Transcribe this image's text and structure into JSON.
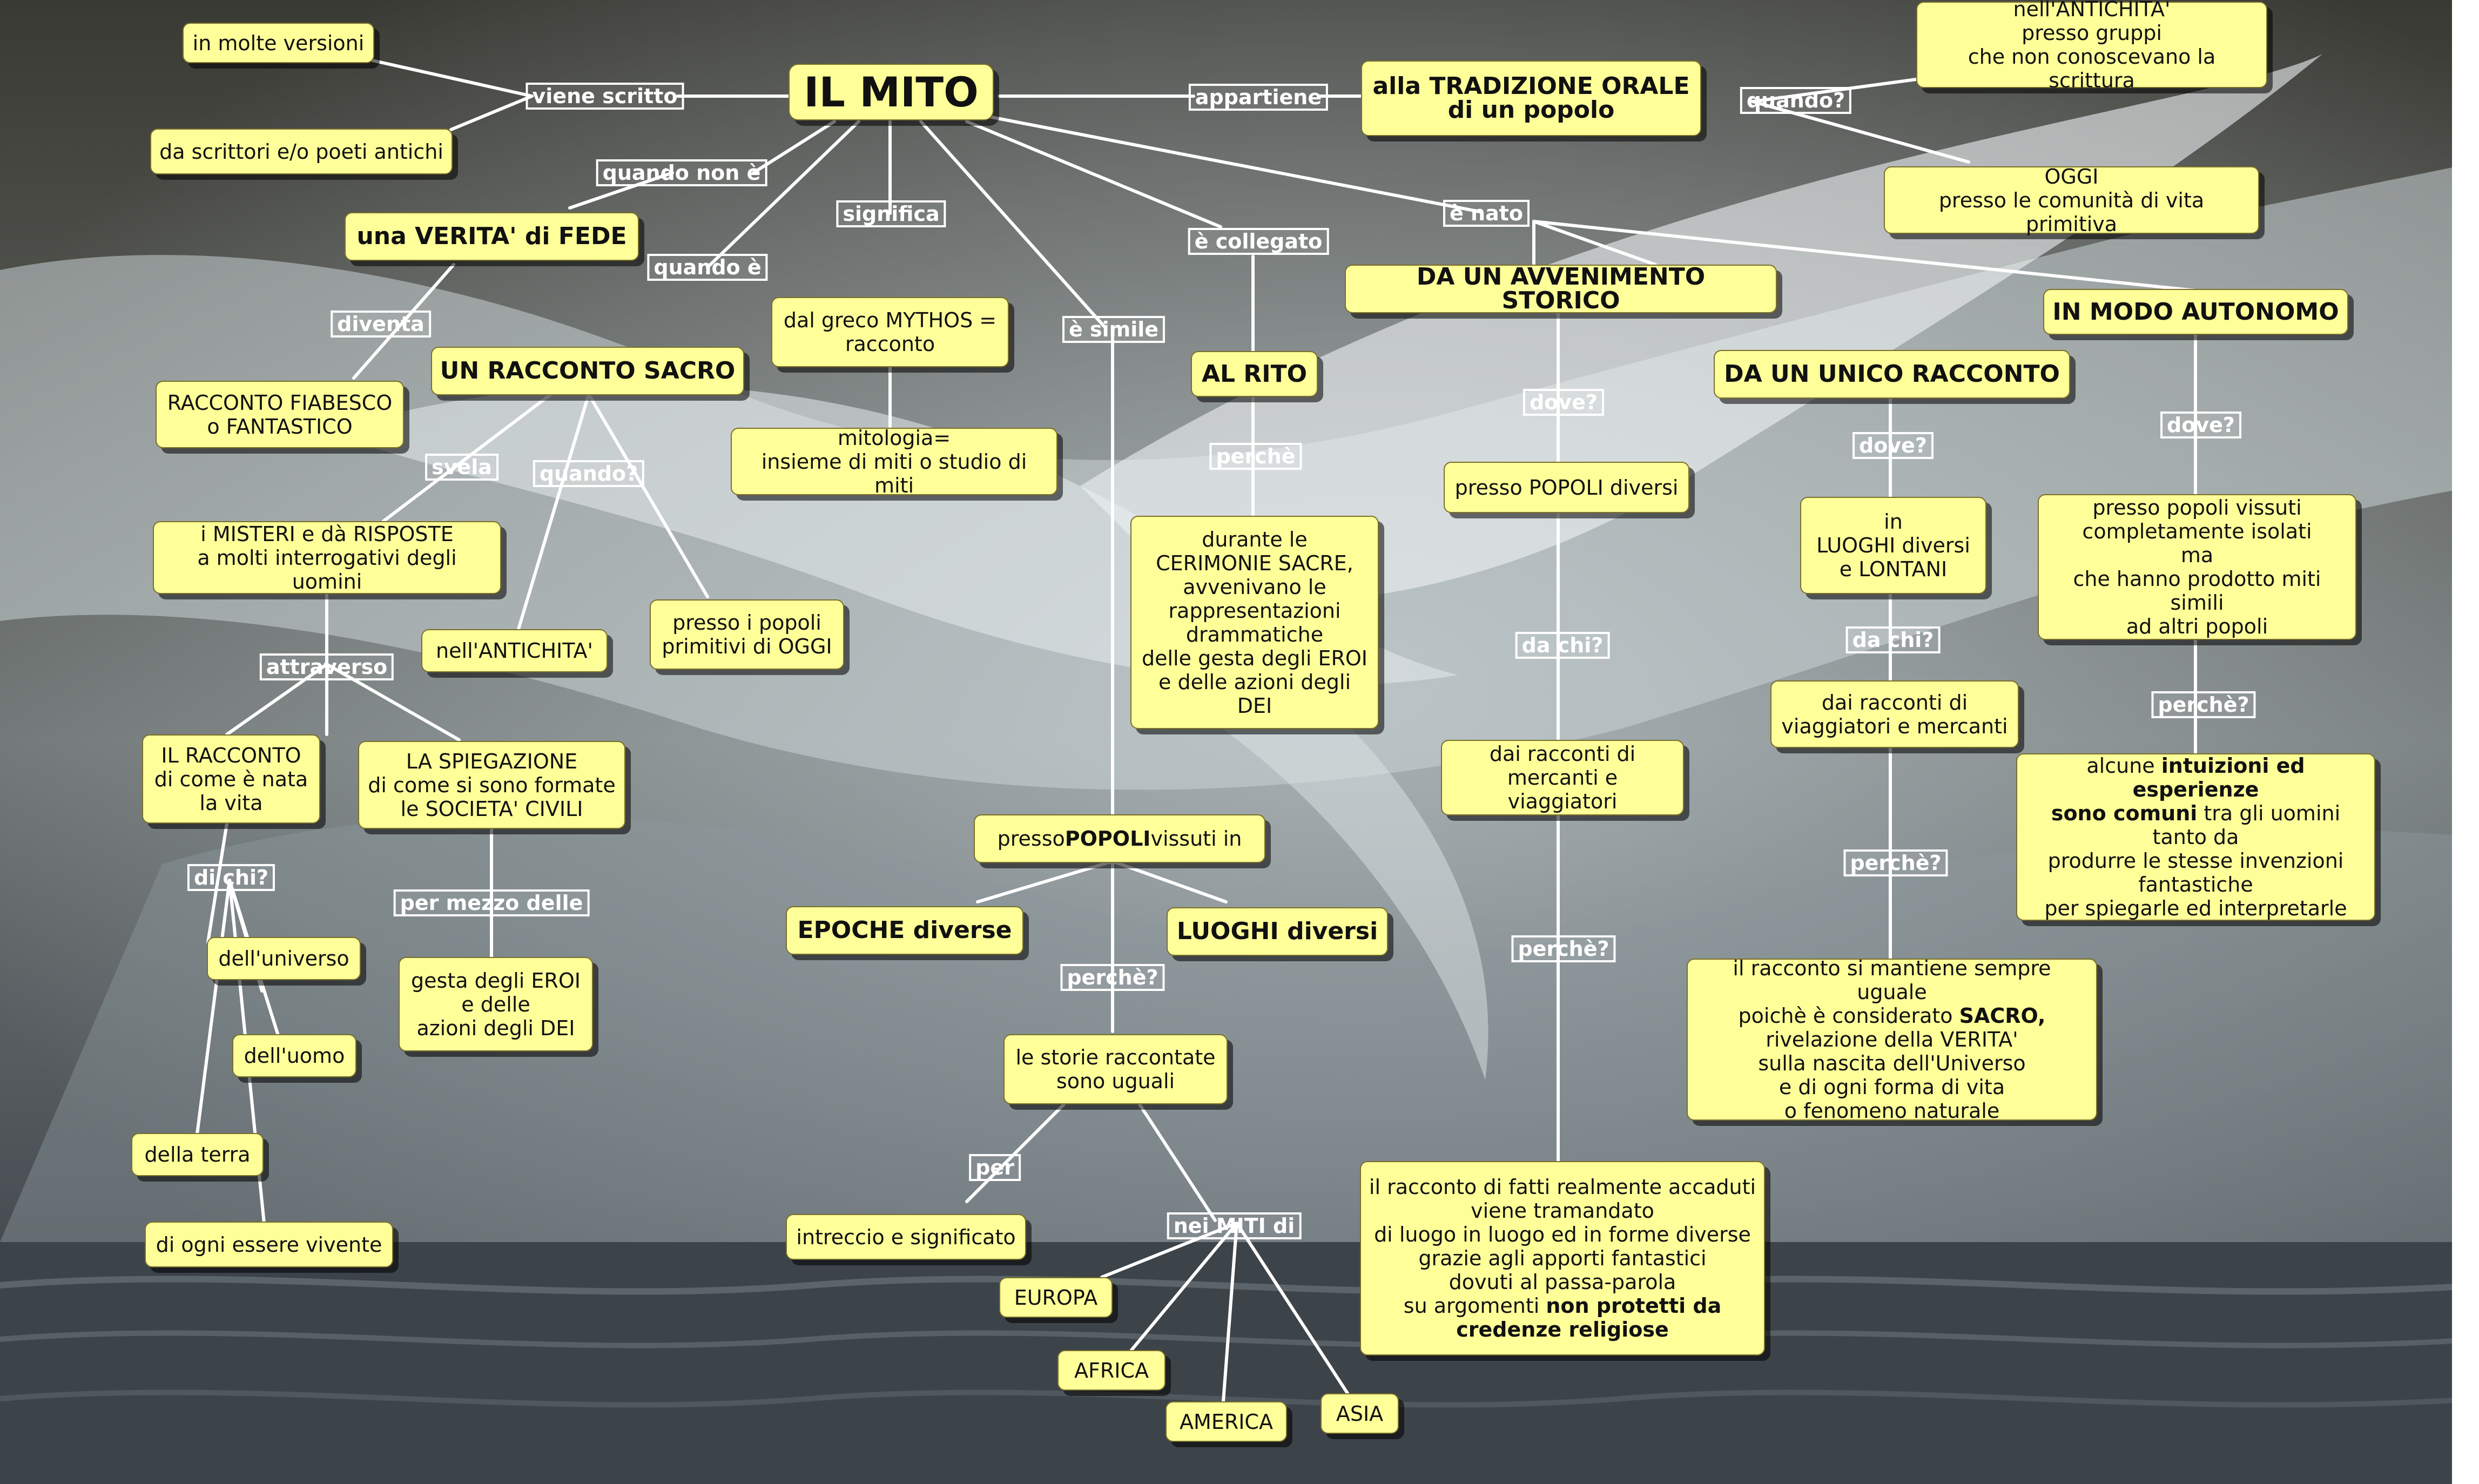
{
  "map": {
    "title": "IL MITO",
    "nodes": {
      "in_molte_versioni": "in molte versioni",
      "da_scrittori": "da scrittori e/o poeti antichi",
      "tradizione_orale": "alla TRADIZIONE ORALE\ndi un popolo",
      "antichita_gruppi": "nell'ANTICHITA'\npresso gruppi\nche non conoscevano la scrittura",
      "oggi_comunita": "OGGI\npresso le comunità di vita primitiva",
      "verita_fede": "una VERITA' di FEDE",
      "racconto_fiabesco": "RACCONTO FIABESCO\no FANTASTICO",
      "racconto_sacro": "UN RACCONTO SACRO",
      "greco_mythos": "dal greco MYTHOS =\nracconto",
      "mitologia": "mitologia=\ninsieme di miti o studio di miti",
      "misteri": "i MISTERI e dà RISPOSTE\na molti interrogativi degli uomini",
      "nell_antichita": "nell'ANTICHITA'",
      "popoli_primitivi": "presso i popoli\nprimitivi di OGGI",
      "il_racconto_vita": "IL RACCONTO\ndi come è nata\nla vita",
      "spiegazione": "LA SPIEGAZIONE\ndi come si sono formate\nle SOCIETA' CIVILI",
      "universo": "dell'universo",
      "uomo": "dell'uomo",
      "terra": "della terra",
      "essere_vivente": "di ogni essere vivente",
      "gesta_eroi": "gesta degli EROI\ne delle\nazioni degli DEI",
      "presso_popoli_pre": "presso ",
      "presso_popoli_bold": "POPOLI",
      "presso_popoli_post": " vissuti in",
      "epoche": "EPOCHE diverse",
      "luoghi": "LUOGHI diversi",
      "storie_uguali": "le storie raccontate\nsono uguali",
      "intreccio": "intreccio e significato",
      "europa": "EUROPA",
      "africa": "AFRICA",
      "america": "AMERICA",
      "asia": "ASIA",
      "al_rito": "AL RITO",
      "cerimonie": "durante le\nCERIMONIE SACRE,\navvenivano le\nrappresentazioni\ndrammatiche\ndelle gesta degli EROI\ne delle azioni degli DEI",
      "avvenimento": "DA UN AVVENIMENTO STORICO",
      "popoli_diversi": "presso POPOLI diversi",
      "mercanti_viaggiatori": "dai racconti di\nmercanti e viaggiatori",
      "fatti_reali_1": "il racconto di fatti realmente accaduti\nviene tramandato\ndi luogo in luogo ed in forme diverse\ngrazie agli apporti fantastici\ndovuti al passa-parola\nsu argomenti ",
      "fatti_reali_bold": "non protetti da\ncredenze religiose",
      "unico_racconto": "DA UN UNICO RACCONTO",
      "luoghi_lontani": "in\nLUOGHI diversi\ne LONTANI",
      "viaggiatori_mercanti": "dai racconti di\nviaggiatori e mercanti",
      "sacro_1": "il racconto si mantiene sempre uguale\npoichè è considerato ",
      "sacro_bold": "SACRO,",
      "sacro_2": "\nrivelazione della VERITA'\nsulla nascita dell'Universo\ne di ogni forma di vita\no fenomeno naturale",
      "modo_autonomo": "IN MODO AUTONOMO",
      "popoli_isolati": "presso popoli vissuti\ncompletamente isolati\nma\nche hanno prodotto miti simili\nad altri popoli",
      "intuizioni_1": "alcune ",
      "intuizioni_bold": "intuizioni ed esperienze\nsono comuni",
      "intuizioni_2": " tra gli uomini\ntanto da\nprodurre le stesse invenzioni\nfantastiche\nper spiegarle ed interpretarle"
    },
    "labels": {
      "viene_scritto": "viene scritto",
      "appartiene": "appartiene",
      "quando_top": "quando?",
      "quando_non_e_pre": "quando ",
      "quando_non_e_bold": "non",
      "quando_non_e_post": " è",
      "quando_e": "quando è",
      "significa": "significa",
      "e_collegato": "è collegato",
      "e_nato": "è nato",
      "diventa": "diventa",
      "e_simile": "è simile",
      "svela": "svela",
      "quando_sacro": "quando?",
      "attraverso": "attraverso",
      "di_chi": "di chi?",
      "per_mezzo": "per mezzo delle",
      "perche_popoli": "perchè?",
      "per": "per",
      "nei_miti": "nei MITI di",
      "perche_rito": "perchè",
      "dove_1": "dove?",
      "da_chi_1": "da chi?",
      "perche_1": "perchè?",
      "dove_2": "dove?",
      "da_chi_2": "da chi?",
      "perche_2": "perchè?",
      "dove_3": "dove?",
      "perche_3": "perchè?"
    }
  }
}
